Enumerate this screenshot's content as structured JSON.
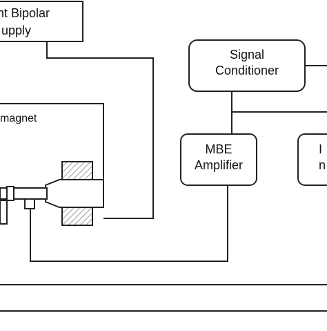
{
  "diagram": {
    "colors": {
      "line": "#222222",
      "background": "#ffffff",
      "hatch": "#777777"
    },
    "blocks": {
      "power_supply": {
        "line1": "nt Bipolar",
        "line2": "upply"
      },
      "signal_conditioner": {
        "line1": "Signal",
        "line2": "Conditioner"
      },
      "mbe_amplifier": {
        "line1": "MBE",
        "line2": "Amplifier"
      },
      "partial_right_block": {
        "line1": "I",
        "line2": "n"
      },
      "magnet_label": "magnet"
    }
  }
}
